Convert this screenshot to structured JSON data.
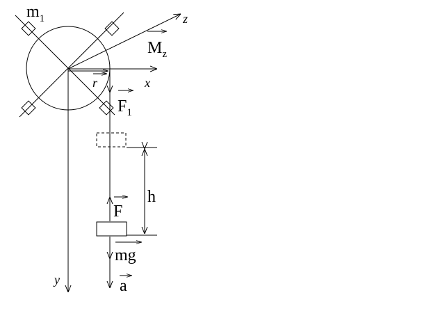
{
  "labels": {
    "m1": "m",
    "m1_sub": "1",
    "mz": "M",
    "mz_sub": "z",
    "z_axis": "z",
    "x_axis": "x",
    "y_axis": "y",
    "r": "r",
    "f1": "F",
    "f1_sub": "1",
    "h": "h",
    "f": "F",
    "mg": "mg",
    "a": "a"
  }
}
